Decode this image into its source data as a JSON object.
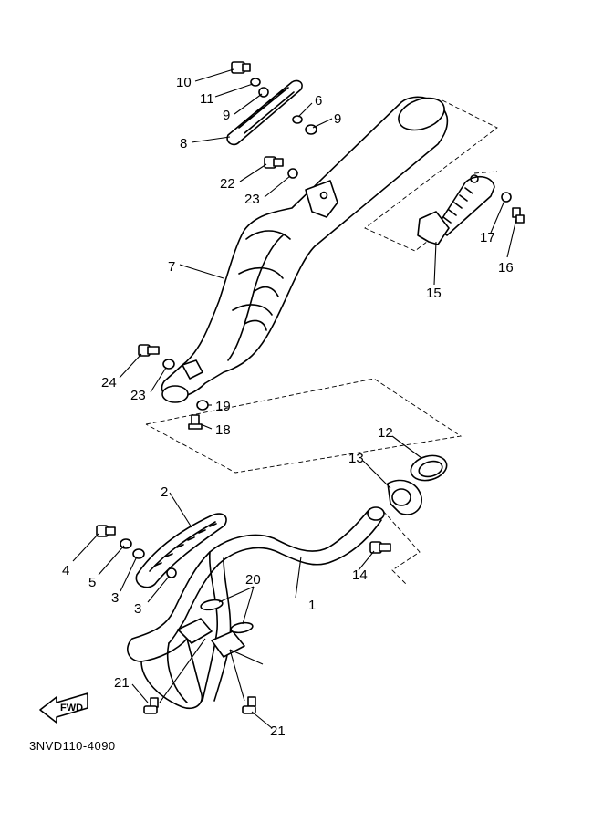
{
  "diagram": {
    "drawing_code": "3NVD110-4090",
    "direction_arrow_label": "FWD",
    "callouts": {
      "c1": "1",
      "c2": "2",
      "c3a": "3",
      "c3b": "3",
      "c4": "4",
      "c5": "5",
      "c6": "6",
      "c7": "7",
      "c8": "8",
      "c9a": "9",
      "c9b": "9",
      "c10": "10",
      "c11": "11",
      "c12": "12",
      "c13": "13",
      "c14": "14",
      "c15": "15",
      "c16": "16",
      "c17": "17",
      "c18": "18",
      "c19": "19",
      "c20": "20",
      "c21a": "21",
      "c21b": "21",
      "c22": "22",
      "c23a": "23",
      "c23b": "23",
      "c24": "24"
    }
  }
}
